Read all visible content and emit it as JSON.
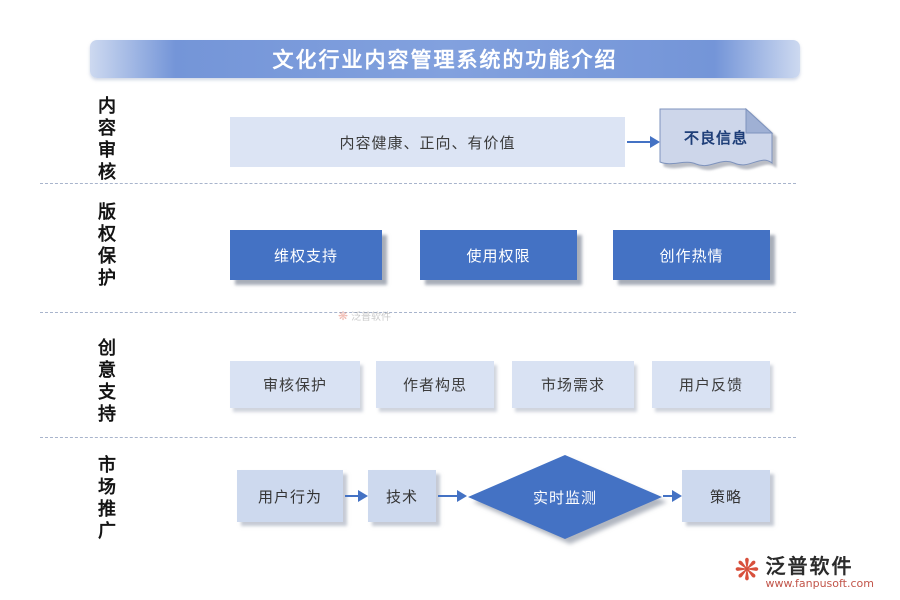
{
  "title": "文化行业内容管理系统的功能介绍",
  "sections": [
    {
      "label": "内容审核",
      "main_box": "内容健康、正向、有价值",
      "document_box": "不良信息"
    },
    {
      "label": "版权保护",
      "boxes": [
        "维权支持",
        "使用权限",
        "创作热情"
      ]
    },
    {
      "label": "创意支持",
      "boxes": [
        "审核保护",
        "作者构思",
        "市场需求",
        "用户反馈"
      ]
    },
    {
      "label": "市场推广",
      "flow": {
        "step1": "用户行为",
        "step2": "技术",
        "decision": "实时监测",
        "step3": "策略"
      }
    }
  ],
  "watermark": {
    "icon": "flower-icon",
    "icon_char": "❋",
    "text": "泛普软件"
  },
  "logo": {
    "icon": "flower-icon",
    "icon_char": "❋",
    "name": "泛普软件",
    "url": "www.fanpusoft.com"
  },
  "colors": {
    "accent_blue": "#4472c4",
    "banner_blue": "#82a1de",
    "light_box": "#dce4f4",
    "light_box_row3": "#d9e2f3",
    "step_box": "#cdd9ee",
    "document_fill": "#cdd6ea",
    "logo_red": "#d8503c"
  }
}
